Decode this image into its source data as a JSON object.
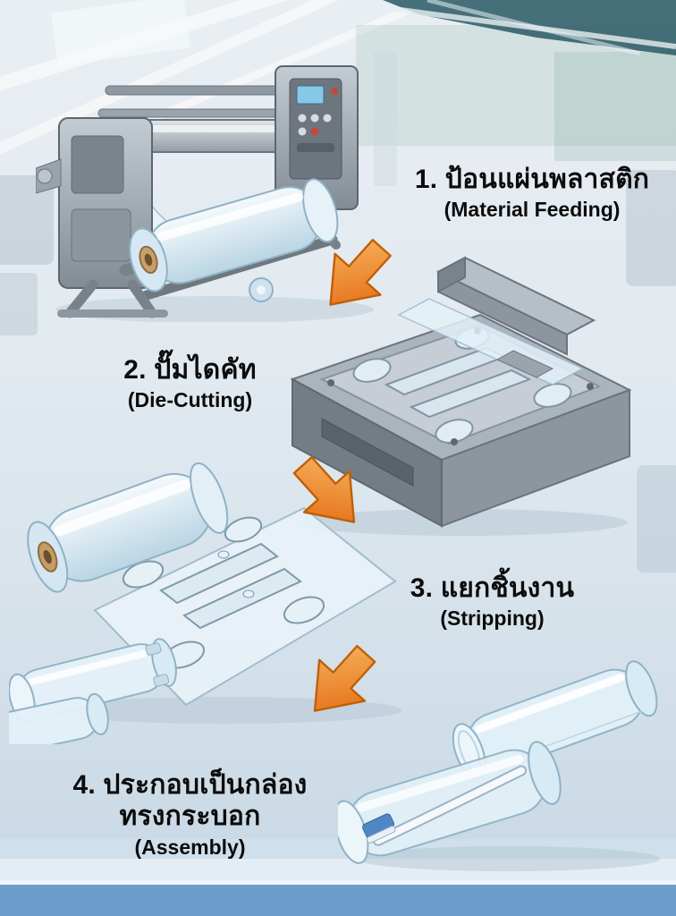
{
  "figure": {
    "type": "process-diagram",
    "subject": "Cylindrical plastic box (toothbrush packaging) production process"
  },
  "steps": [
    {
      "label_thai": "1. ป้อนแผ่นพลาสติก",
      "label_english": "(Material Feeding)"
    },
    {
      "label_thai": "2. ปั๊มไดคัท",
      "label_english": "(Die-Cutting)"
    },
    {
      "label_thai": "3. แยกชิ้นงาน",
      "label_english": "(Stripping)"
    },
    {
      "label_thai": "4. ประกอบเป็นกล่อง",
      "label_thai_line2": "ทรงกระบอก",
      "label_english": "(Assembly)"
    }
  ],
  "colors": {
    "arrow_orange": "#e8720e",
    "machine_gray": "#9aa4ad",
    "plastic_blue": "#dcecf5",
    "background_blue": "#dfe9ef",
    "floor_blue": "#6d9ecb",
    "text": "#0c0c0c"
  }
}
